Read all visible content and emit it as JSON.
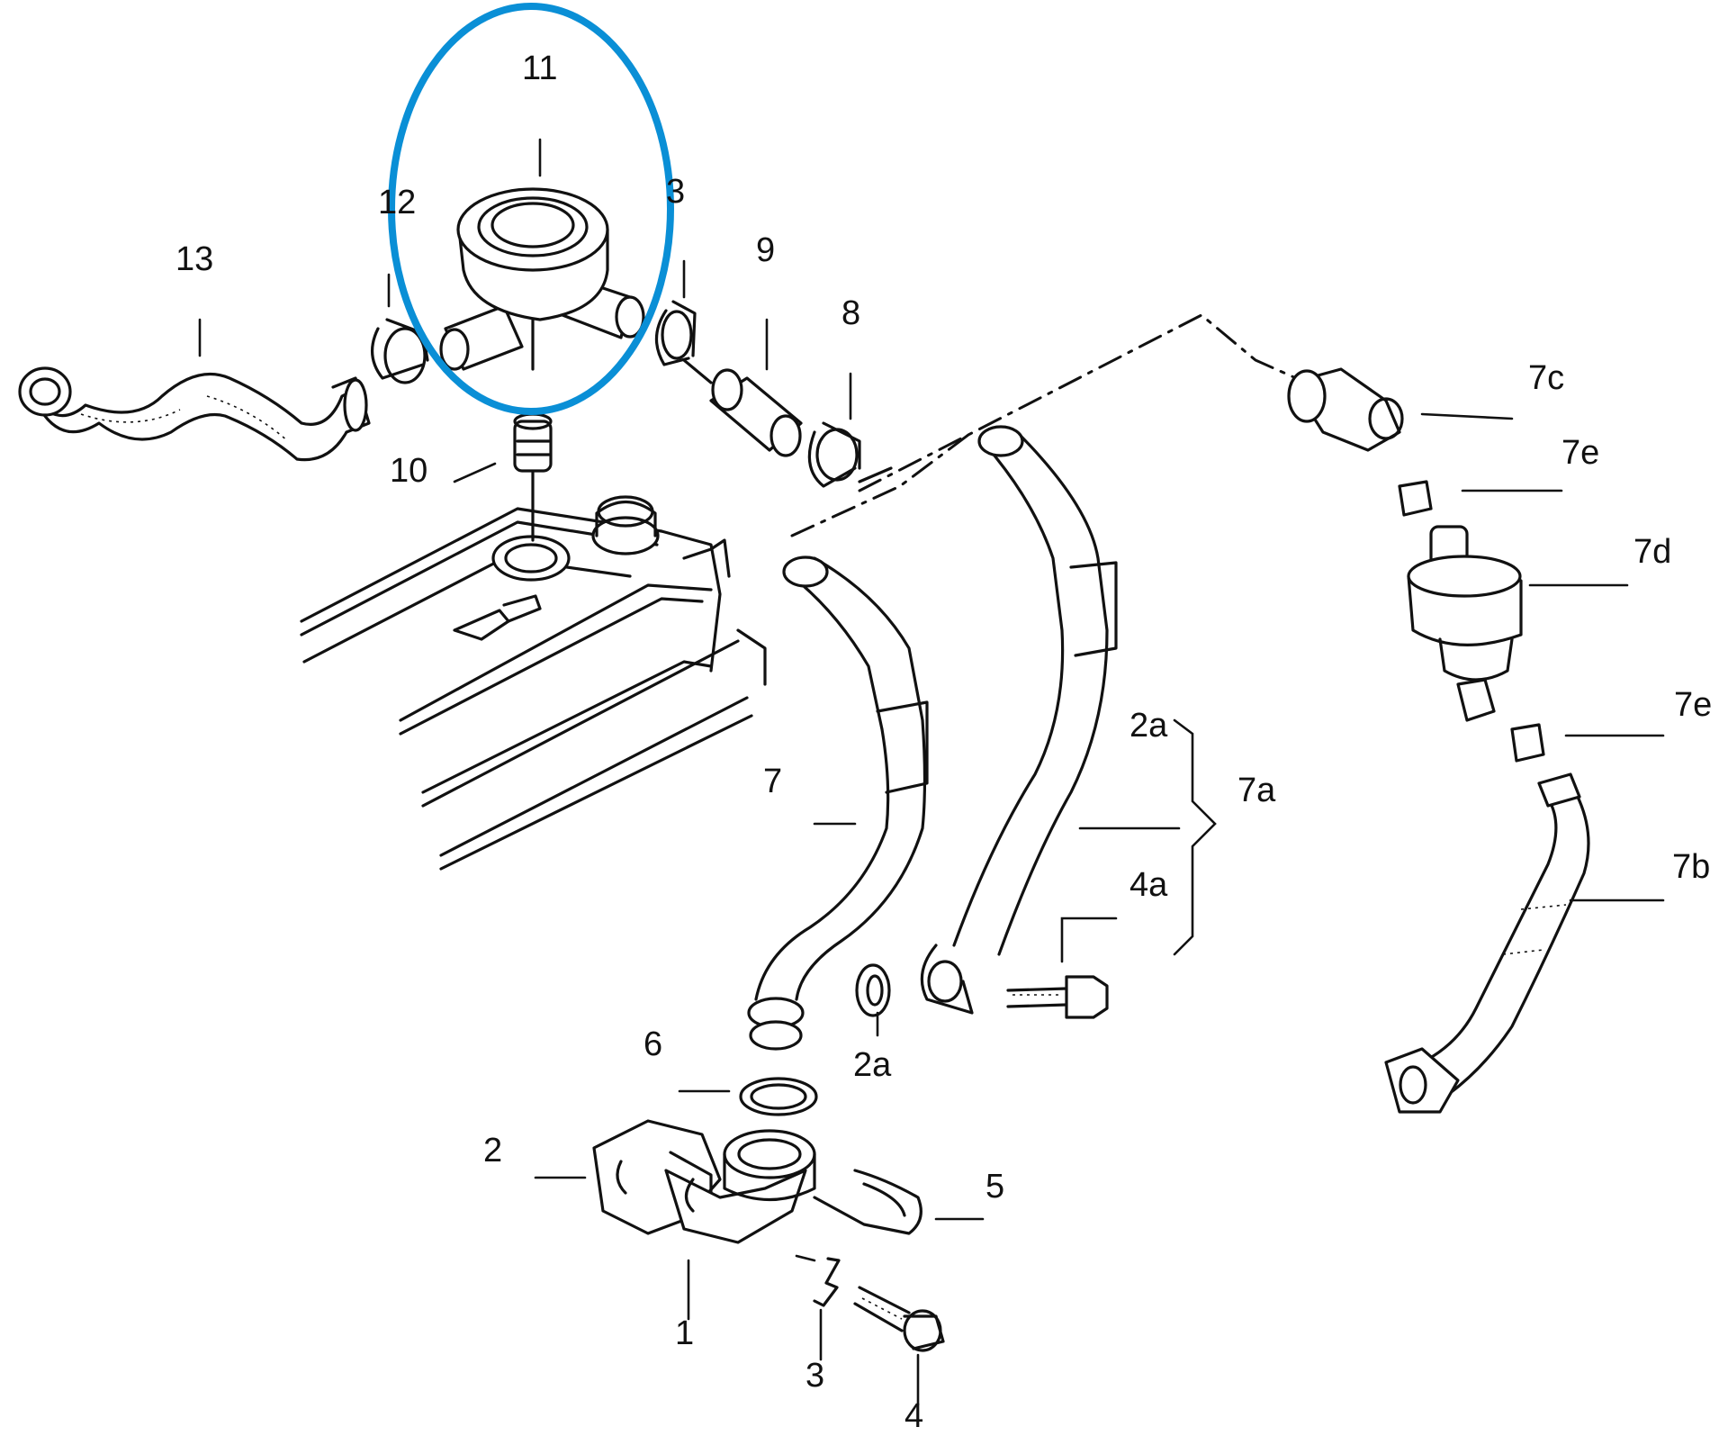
{
  "highlight": {
    "color": "#0a8fd6"
  },
  "callouts": [
    {
      "id": "c11",
      "label": "11"
    },
    {
      "id": "c12",
      "label": "12"
    },
    {
      "id": "c3t",
      "label": "3"
    },
    {
      "id": "c13",
      "label": "13"
    },
    {
      "id": "c9",
      "label": "9"
    },
    {
      "id": "c8",
      "label": "8"
    },
    {
      "id": "c10",
      "label": "10"
    },
    {
      "id": "c7c",
      "label": "7c"
    },
    {
      "id": "c7e1",
      "label": "7e"
    },
    {
      "id": "c7d",
      "label": "7d"
    },
    {
      "id": "c7e2",
      "label": "7e"
    },
    {
      "id": "c2a1",
      "label": "2a"
    },
    {
      "id": "c7a",
      "label": "7a"
    },
    {
      "id": "c7",
      "label": "7"
    },
    {
      "id": "c4a",
      "label": "4a"
    },
    {
      "id": "c7b",
      "label": "7b"
    },
    {
      "id": "c2a2",
      "label": "2a"
    },
    {
      "id": "c6",
      "label": "6"
    },
    {
      "id": "c2",
      "label": "2"
    },
    {
      "id": "c5",
      "label": "5"
    },
    {
      "id": "c1",
      "label": "1"
    },
    {
      "id": "c3b",
      "label": "3"
    },
    {
      "id": "c4",
      "label": "4"
    }
  ]
}
